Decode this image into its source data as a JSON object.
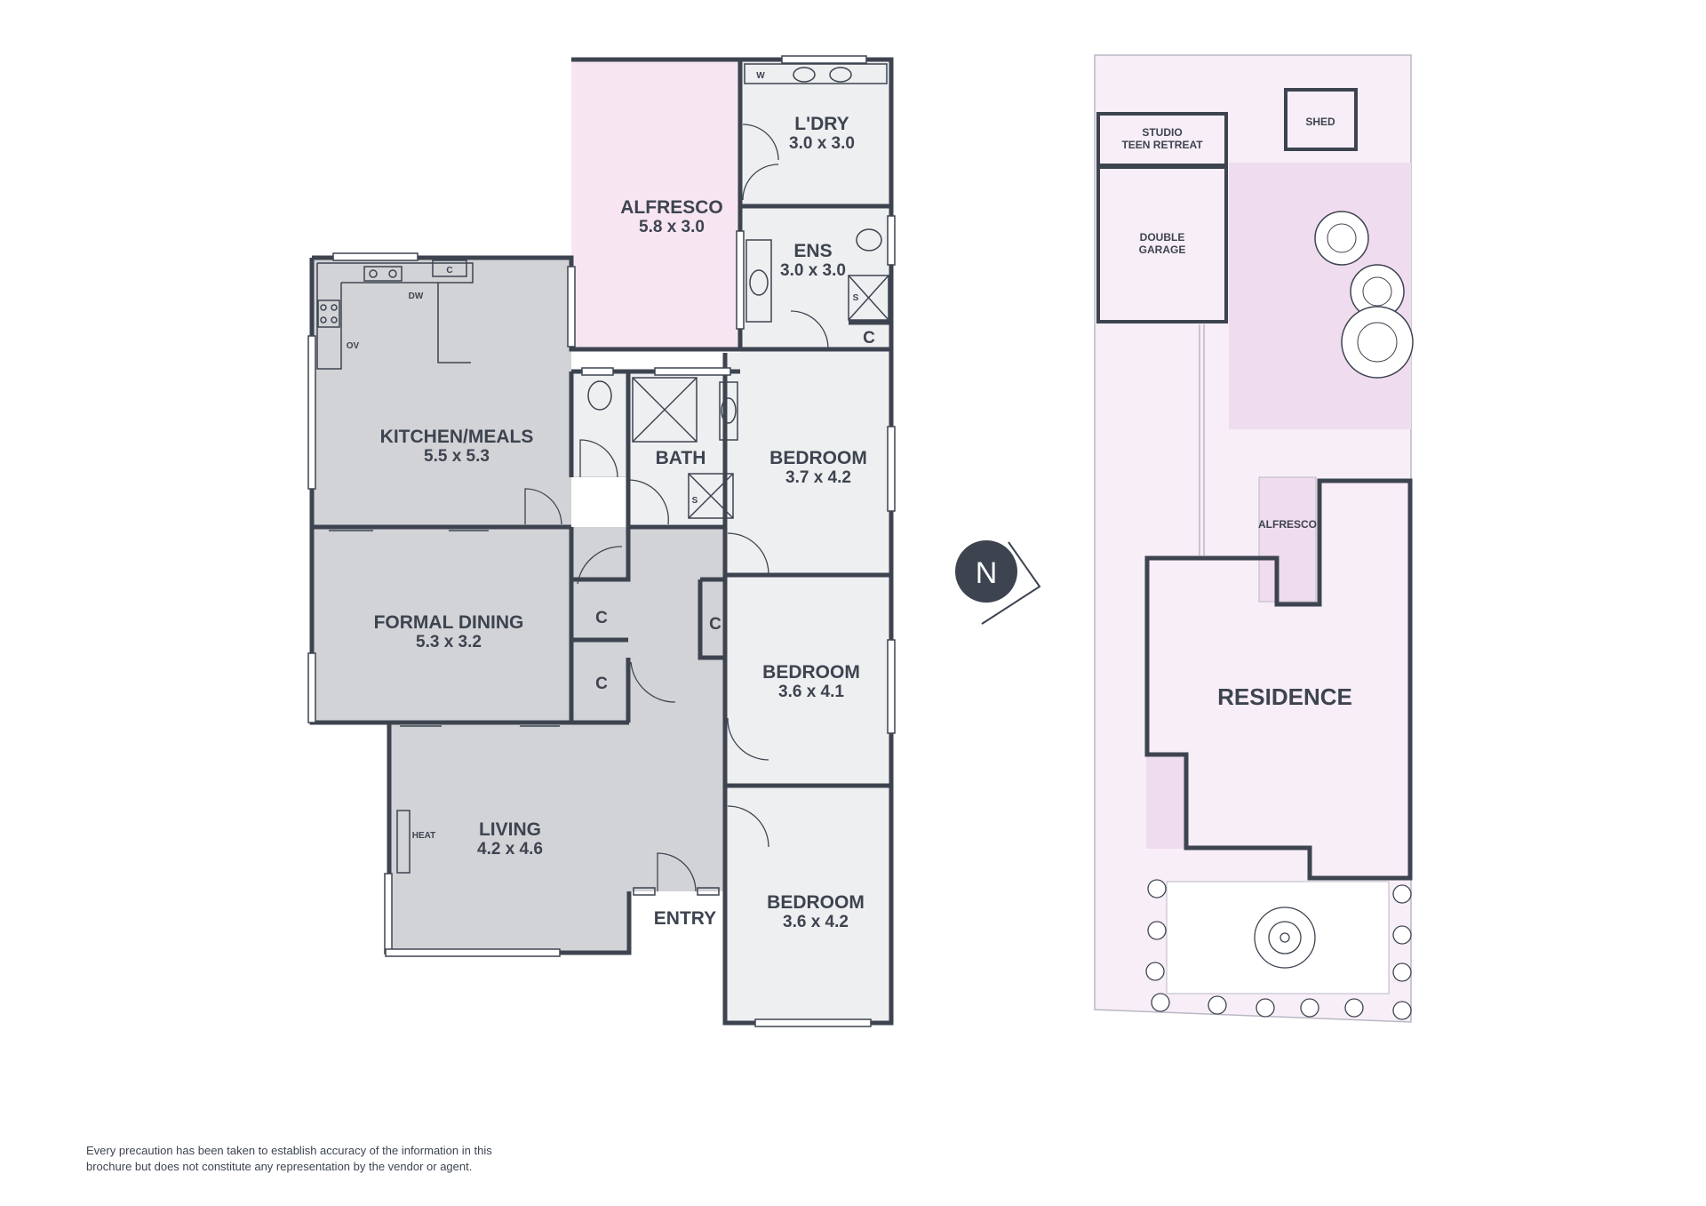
{
  "floor_plan": {
    "rooms": [
      {
        "name": "ALFRESCO",
        "size": "5.8 x 3.0"
      },
      {
        "name": "L'DRY",
        "size": "3.0 x 3.0"
      },
      {
        "name": "ENS",
        "size": "3.0 x 3.0"
      },
      {
        "name": "KITCHEN/MEALS",
        "size": "5.5 x 5.3"
      },
      {
        "name": "BATH"
      },
      {
        "name": "BEDROOM",
        "size": "3.7 x 4.2"
      },
      {
        "name": "FORMAL DINING",
        "size": "5.3 x 3.2"
      },
      {
        "name": "BEDROOM",
        "size": "3.6 x 4.1"
      },
      {
        "name": "LIVING",
        "size": "4.2 x 4.6"
      },
      {
        "name": "BEDROOM",
        "size": "3.6 x 4.2"
      },
      {
        "name": "ENTRY"
      }
    ],
    "fixtures": {
      "w": "W",
      "c": "C",
      "s": "S",
      "dw": "DW",
      "ov": "OV",
      "heat": "HEAT"
    }
  },
  "compass": {
    "label": "N"
  },
  "site_plan": {
    "studio": [
      "STUDIO",
      "TEEN RETREAT"
    ],
    "shed": "SHED",
    "garage": [
      "DOUBLE",
      "GARAGE"
    ],
    "alfresco": "ALFRESCO",
    "residence": "RESIDENCE"
  },
  "disclaimer": [
    "Every precaution has been taken to establish accuracy of the information in this",
    "brochure but does not constitute any representation by the vendor or agent."
  ],
  "colors": {
    "wall": "#3d4450",
    "interior_grey": "#d2d3d6",
    "interior_light": "#eeeff0",
    "alfresco_pink": "#f7e6f2",
    "site_pink": "#f8eef7",
    "garden_pink": "#f0dcef"
  }
}
